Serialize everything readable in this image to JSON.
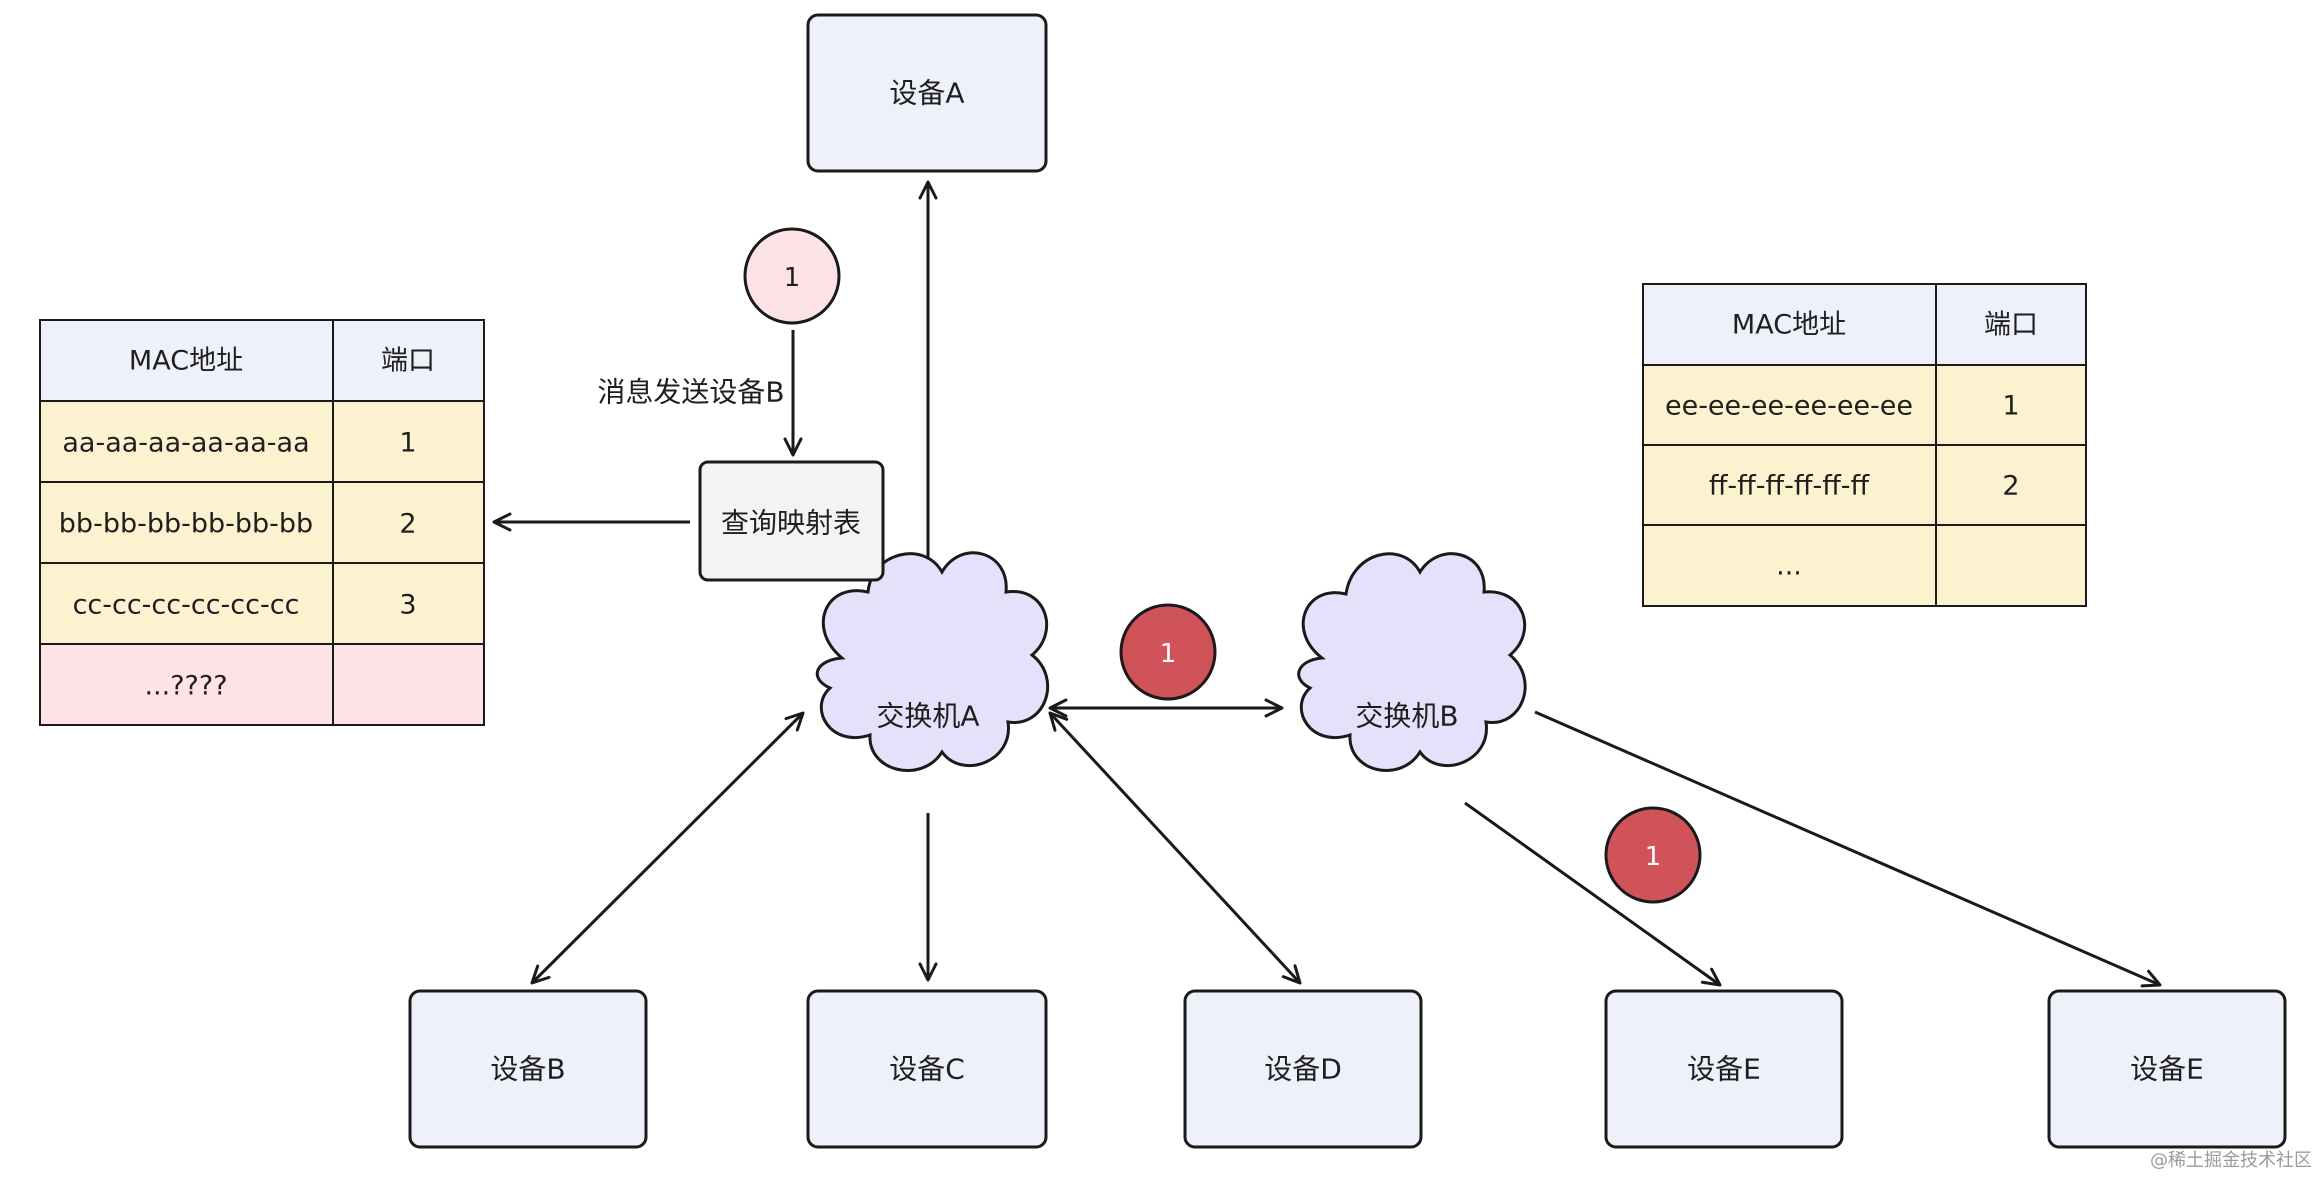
{
  "colors": {
    "device_fill": "#eef1fa",
    "switch_fill": "#e6e1fb",
    "table_header": "#eef1fa",
    "table_row": "#fdf2d0",
    "table_unknown": "#fde3e6",
    "badge_light": "#fde3e6",
    "badge_dark": "#d0535a",
    "query_fill": "#f3f3f3",
    "stroke": "#1a1a1a"
  },
  "devices": {
    "a": "设备A",
    "b": "设备B",
    "c": "设备C",
    "d": "设备D",
    "e1": "设备E",
    "e2": "设备E"
  },
  "switches": {
    "a": "交换机A",
    "b": "交换机B"
  },
  "query_box": "查询映射表",
  "message_label": "消息发送设备B",
  "badges": {
    "step_top": "1",
    "step_mid": "1",
    "step_right": "1"
  },
  "table_left": {
    "headers": [
      "MAC地址",
      "端口"
    ],
    "rows": [
      [
        "aa-aa-aa-aa-aa-aa",
        "1"
      ],
      [
        "bb-bb-bb-bb-bb-bb",
        "2"
      ],
      [
        "cc-cc-cc-cc-cc-cc",
        "3"
      ],
      [
        "...????",
        ""
      ]
    ]
  },
  "table_right": {
    "headers": [
      "MAC地址",
      "端口"
    ],
    "rows": [
      [
        "ee-ee-ee-ee-ee-ee",
        "1"
      ],
      [
        "ff-ff-ff-ff-ff-ff",
        "2"
      ],
      [
        "...",
        ""
      ]
    ]
  },
  "watermark": "@稀土掘金技术社区"
}
